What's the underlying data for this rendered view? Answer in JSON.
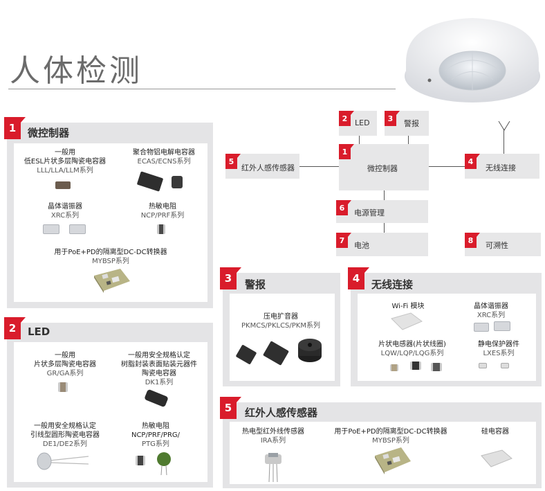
{
  "page_title": "人体检测",
  "diagram": {
    "nodes": {
      "led": {
        "num": "2",
        "label": "LED"
      },
      "alarm": {
        "num": "3",
        "label": "警报"
      },
      "mcu": {
        "num": "1",
        "label": "微控制器"
      },
      "pir": {
        "num": "5",
        "label": "红外人感传感器"
      },
      "wireless": {
        "num": "4",
        "label": "无线连接"
      },
      "power": {
        "num": "6",
        "label": "电源管理"
      },
      "battery": {
        "num": "7",
        "label": "电池"
      },
      "trace": {
        "num": "8",
        "label": "可溯性"
      }
    }
  },
  "panels": {
    "mcu": {
      "num": "1",
      "title": "微控制器",
      "items": [
        {
          "line1": "一般用",
          "line2": "低ESL片状多层陶瓷电容器",
          "series": "LLL/LLA/LLM系列"
        },
        {
          "line1": "聚合物铝电解电容器",
          "series": "ECAS/ECNS系列"
        },
        {
          "line1": "晶体谐振器",
          "series": "XRC系列"
        },
        {
          "line1": "热敏电阻",
          "series": "NCP/PRF系列"
        },
        {
          "line1": "用于PoE+PD的隔离型DC-DC转换器",
          "series": "MYBSP系列"
        }
      ]
    },
    "led": {
      "num": "2",
      "title": "LED",
      "items": [
        {
          "line1": "一般用",
          "line2": "片状多层陶瓷电容器",
          "series": "GR/GA系列"
        },
        {
          "line1": "一般用安全规格认定",
          "line2": "树脂封装表面贴装元器件",
          "line3": "陶瓷电容器",
          "series": "DK1系列"
        },
        {
          "line1": "一般用安全规格认定",
          "line2": "引线型圆形陶瓷电容器",
          "series": "DE1/DE2系列"
        },
        {
          "line1": "热敏电阻",
          "line2": "NCP/PRF/PRG/",
          "series": "PTG系列"
        }
      ]
    },
    "alarm": {
      "num": "3",
      "title": "警报",
      "items": [
        {
          "line1": "压电扩音器",
          "series": "PKMCS/PKLCS/PKM系列"
        }
      ]
    },
    "wireless": {
      "num": "4",
      "title": "无线连接",
      "items": [
        {
          "line1": "Wi-Fi 模块"
        },
        {
          "line1": "晶体谐振器",
          "series": "XRC系列"
        },
        {
          "line1": "片状电感器(片状线圈)",
          "series": "LQW/LQP/LQG系列"
        },
        {
          "line1": "静电保护器件",
          "series": "LXES系列"
        }
      ]
    },
    "pir": {
      "num": "5",
      "title": "红外人感传感器",
      "items": [
        {
          "line1": "热电型红外线传感器",
          "series": "IRA系列"
        },
        {
          "line1": "用于PoE+PD的隔离型DC-DC转换器",
          "series": "MYBSP系列"
        },
        {
          "line1": "硅电容器"
        }
      ]
    }
  },
  "colors": {
    "accent": "#d91c2b",
    "panel_bg": "#e4e4e6",
    "node_bg": "#e7e7e8"
  }
}
